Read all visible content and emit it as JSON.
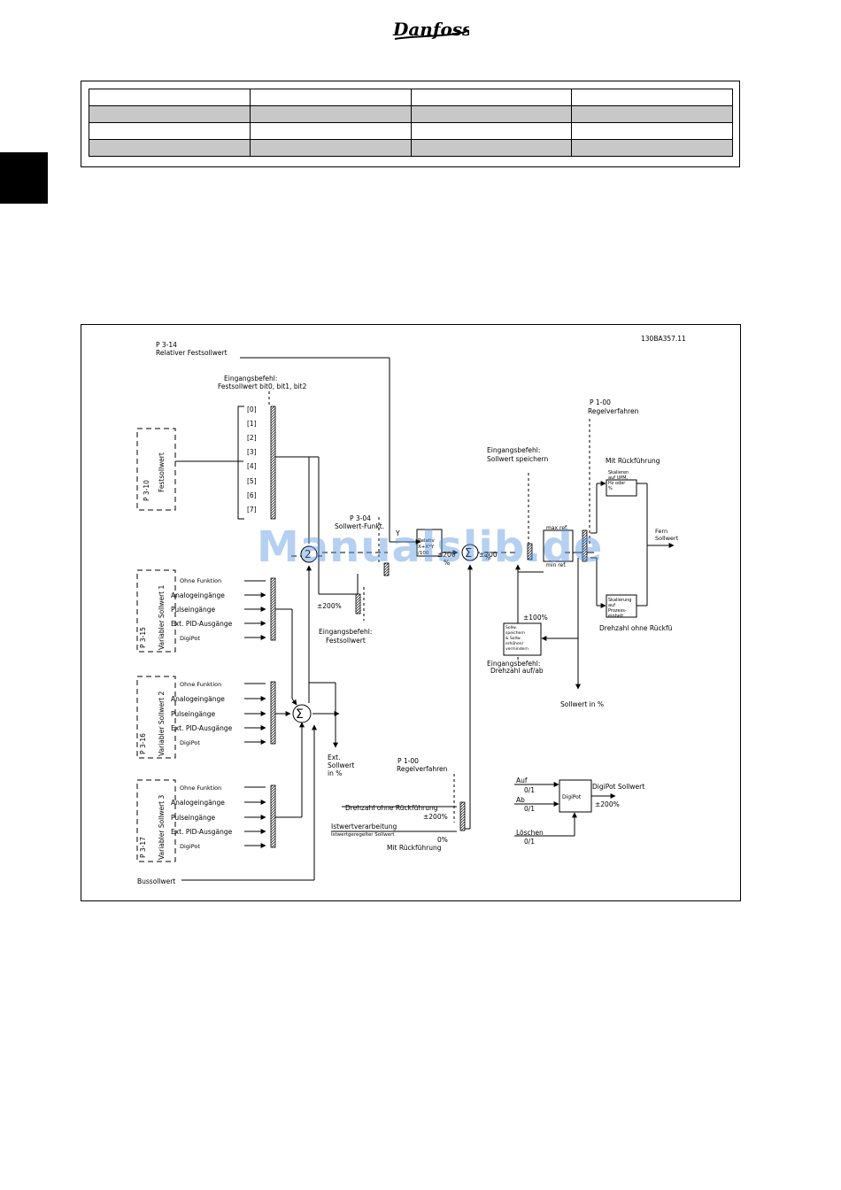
{
  "header": {
    "logo_text": "Danfoss"
  },
  "table": {
    "rows": 4,
    "cols": 4
  },
  "watermark": "Manualslib.de",
  "diagram": {
    "code": "130BA357.11",
    "p314": "P 3-14",
    "p314_label": "Relativer Festsollwert",
    "eingang1": "Eingangsbefehl:",
    "eingang1b": "Festsollwert bit0, bit1, bit2",
    "bits": [
      "[0]",
      "[1]",
      "[2]",
      "[3]",
      "[4]",
      "[5]",
      "[6]",
      "[7]"
    ],
    "p310": "P 3-10",
    "festsollwert": "Festsollwert",
    "p304": "P 3-04",
    "p304_label": "Sollwert-Funkt.",
    "y": "Y",
    "relativ": [
      "Relativ",
      "X+X*Y",
      "/100"
    ],
    "pm200": "±200%",
    "eingang2": "Eingangsbefehl:",
    "eingang2b": "Festsollwert",
    "pm200b": "±200",
    "pct": "%",
    "eingang3": "Eingangsbefehl:",
    "eingang3b": "Sollwert speichern",
    "maxref": "max ref.",
    "minref": "min ref.",
    "p100": "P 1-00",
    "p100_label": "Regelverfahren",
    "mit_rf": "Mit Rückführung",
    "skal1": [
      "Skalieren",
      "auf UPM,",
      "Hz oder",
      "%"
    ],
    "fern": [
      "Fern",
      "Sollwert"
    ],
    "skal2": [
      "Skalierung",
      "auf",
      "Prozess-",
      "einheit"
    ],
    "ohne_rf": "Drehzahl ohne Rückfü",
    "pm100": "±100%",
    "speichern": [
      "Sollw.",
      "speichern",
      "& Sollw.",
      "erhöhen/",
      "vermindern"
    ],
    "eingang4": "Eingangsbefehl:",
    "eingang4b": "Drehzahl auf/ab",
    "sollwert_pct": "Sollwert in %",
    "var_inputs": [
      "Ohne Funktion",
      "Analogeingänge",
      "Pulseingänge",
      "Ext. PID-Ausgänge",
      "DigiPot"
    ],
    "p315": "P 3-15",
    "var1": "Variabler Sollwert 1",
    "p316": "P 3-16",
    "var2": "Variabler Sollwert 2",
    "p317": "P 3-17",
    "var3": "Variabler Sollwert 3",
    "ext": [
      "Ext.",
      "Sollwert",
      "in %"
    ],
    "p100b": "P 1-00",
    "p100b_label": "Regelverfahren",
    "drehzahl_ohne": "Drehzahl ohne Rückführung",
    "pm200c": "±200%",
    "istwert": "Istwertverarbeitung",
    "istwert_small": "Istwertgeregelter Sollwert",
    "zero": "0%",
    "mit_rf2": "Mit Rückführung",
    "bus": "Bussollwert",
    "auf": "Auf",
    "ab": "Ab",
    "loeschen": "Löschen",
    "zero_one": "0/1",
    "digipot": "DigiPot",
    "digipot_sollwert": "DigiPot Sollwert",
    "pm200d": "±200%",
    "sigma": "Σ"
  }
}
